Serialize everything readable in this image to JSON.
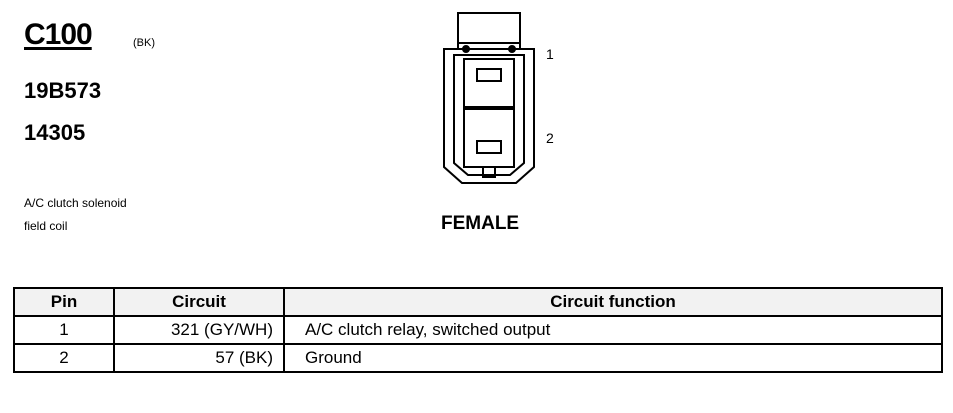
{
  "connector": {
    "id": "C100",
    "color": "(BK)",
    "part_numbers": [
      "19B573",
      "14305"
    ],
    "description_lines": [
      "A/C clutch solenoid",
      "field coil"
    ]
  },
  "diagram": {
    "pin_labels": [
      "1",
      "2"
    ],
    "gender": "FEMALE"
  },
  "table": {
    "headers": [
      "Pin",
      "Circuit",
      "Circuit function"
    ],
    "rows": [
      {
        "pin": "1",
        "circuit": "321 (GY/WH)",
        "function": "A/C clutch relay, switched output"
      },
      {
        "pin": "2",
        "circuit": "57 (BK)",
        "function": "Ground"
      }
    ]
  }
}
